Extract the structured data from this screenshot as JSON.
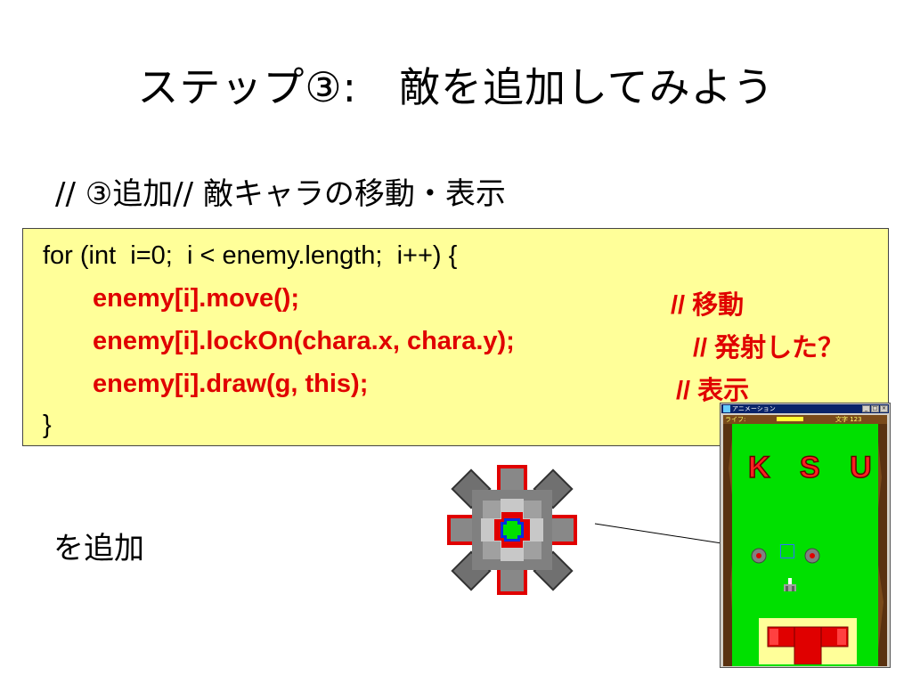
{
  "slide": {
    "title": "ステップ③:　敵を追加してみよう",
    "subtitle": "// ③追加// 敵キャラの移動・表示",
    "code": {
      "line1": "for (int  i=0;  i < enemy.length;  i++) {",
      "line2_code": "enemy[i].move();",
      "line2_comment": "// 移動",
      "line3_code": "enemy[i].lockOn(chara.x, chara.y);",
      "line3_comment": "// 発射した？",
      "line4_code": "enemy[i].draw(g, this);",
      "line4_comment": "// 表示",
      "line5": "}"
    },
    "add_text": "を追加"
  },
  "game_window": {
    "title": "アニメーション",
    "hud_left": "ライフ:",
    "hud_right": "文字 123",
    "banner": "K S U",
    "buttons": [
      "_",
      "□",
      "×"
    ]
  },
  "colors": {
    "code_bg": "#ffff99",
    "code_red": "#e00000",
    "grass": "#00e000",
    "dirt": "#7a4a1a"
  },
  "icons": [
    "enemy-sprite-icon",
    "player-ship-icon"
  ]
}
